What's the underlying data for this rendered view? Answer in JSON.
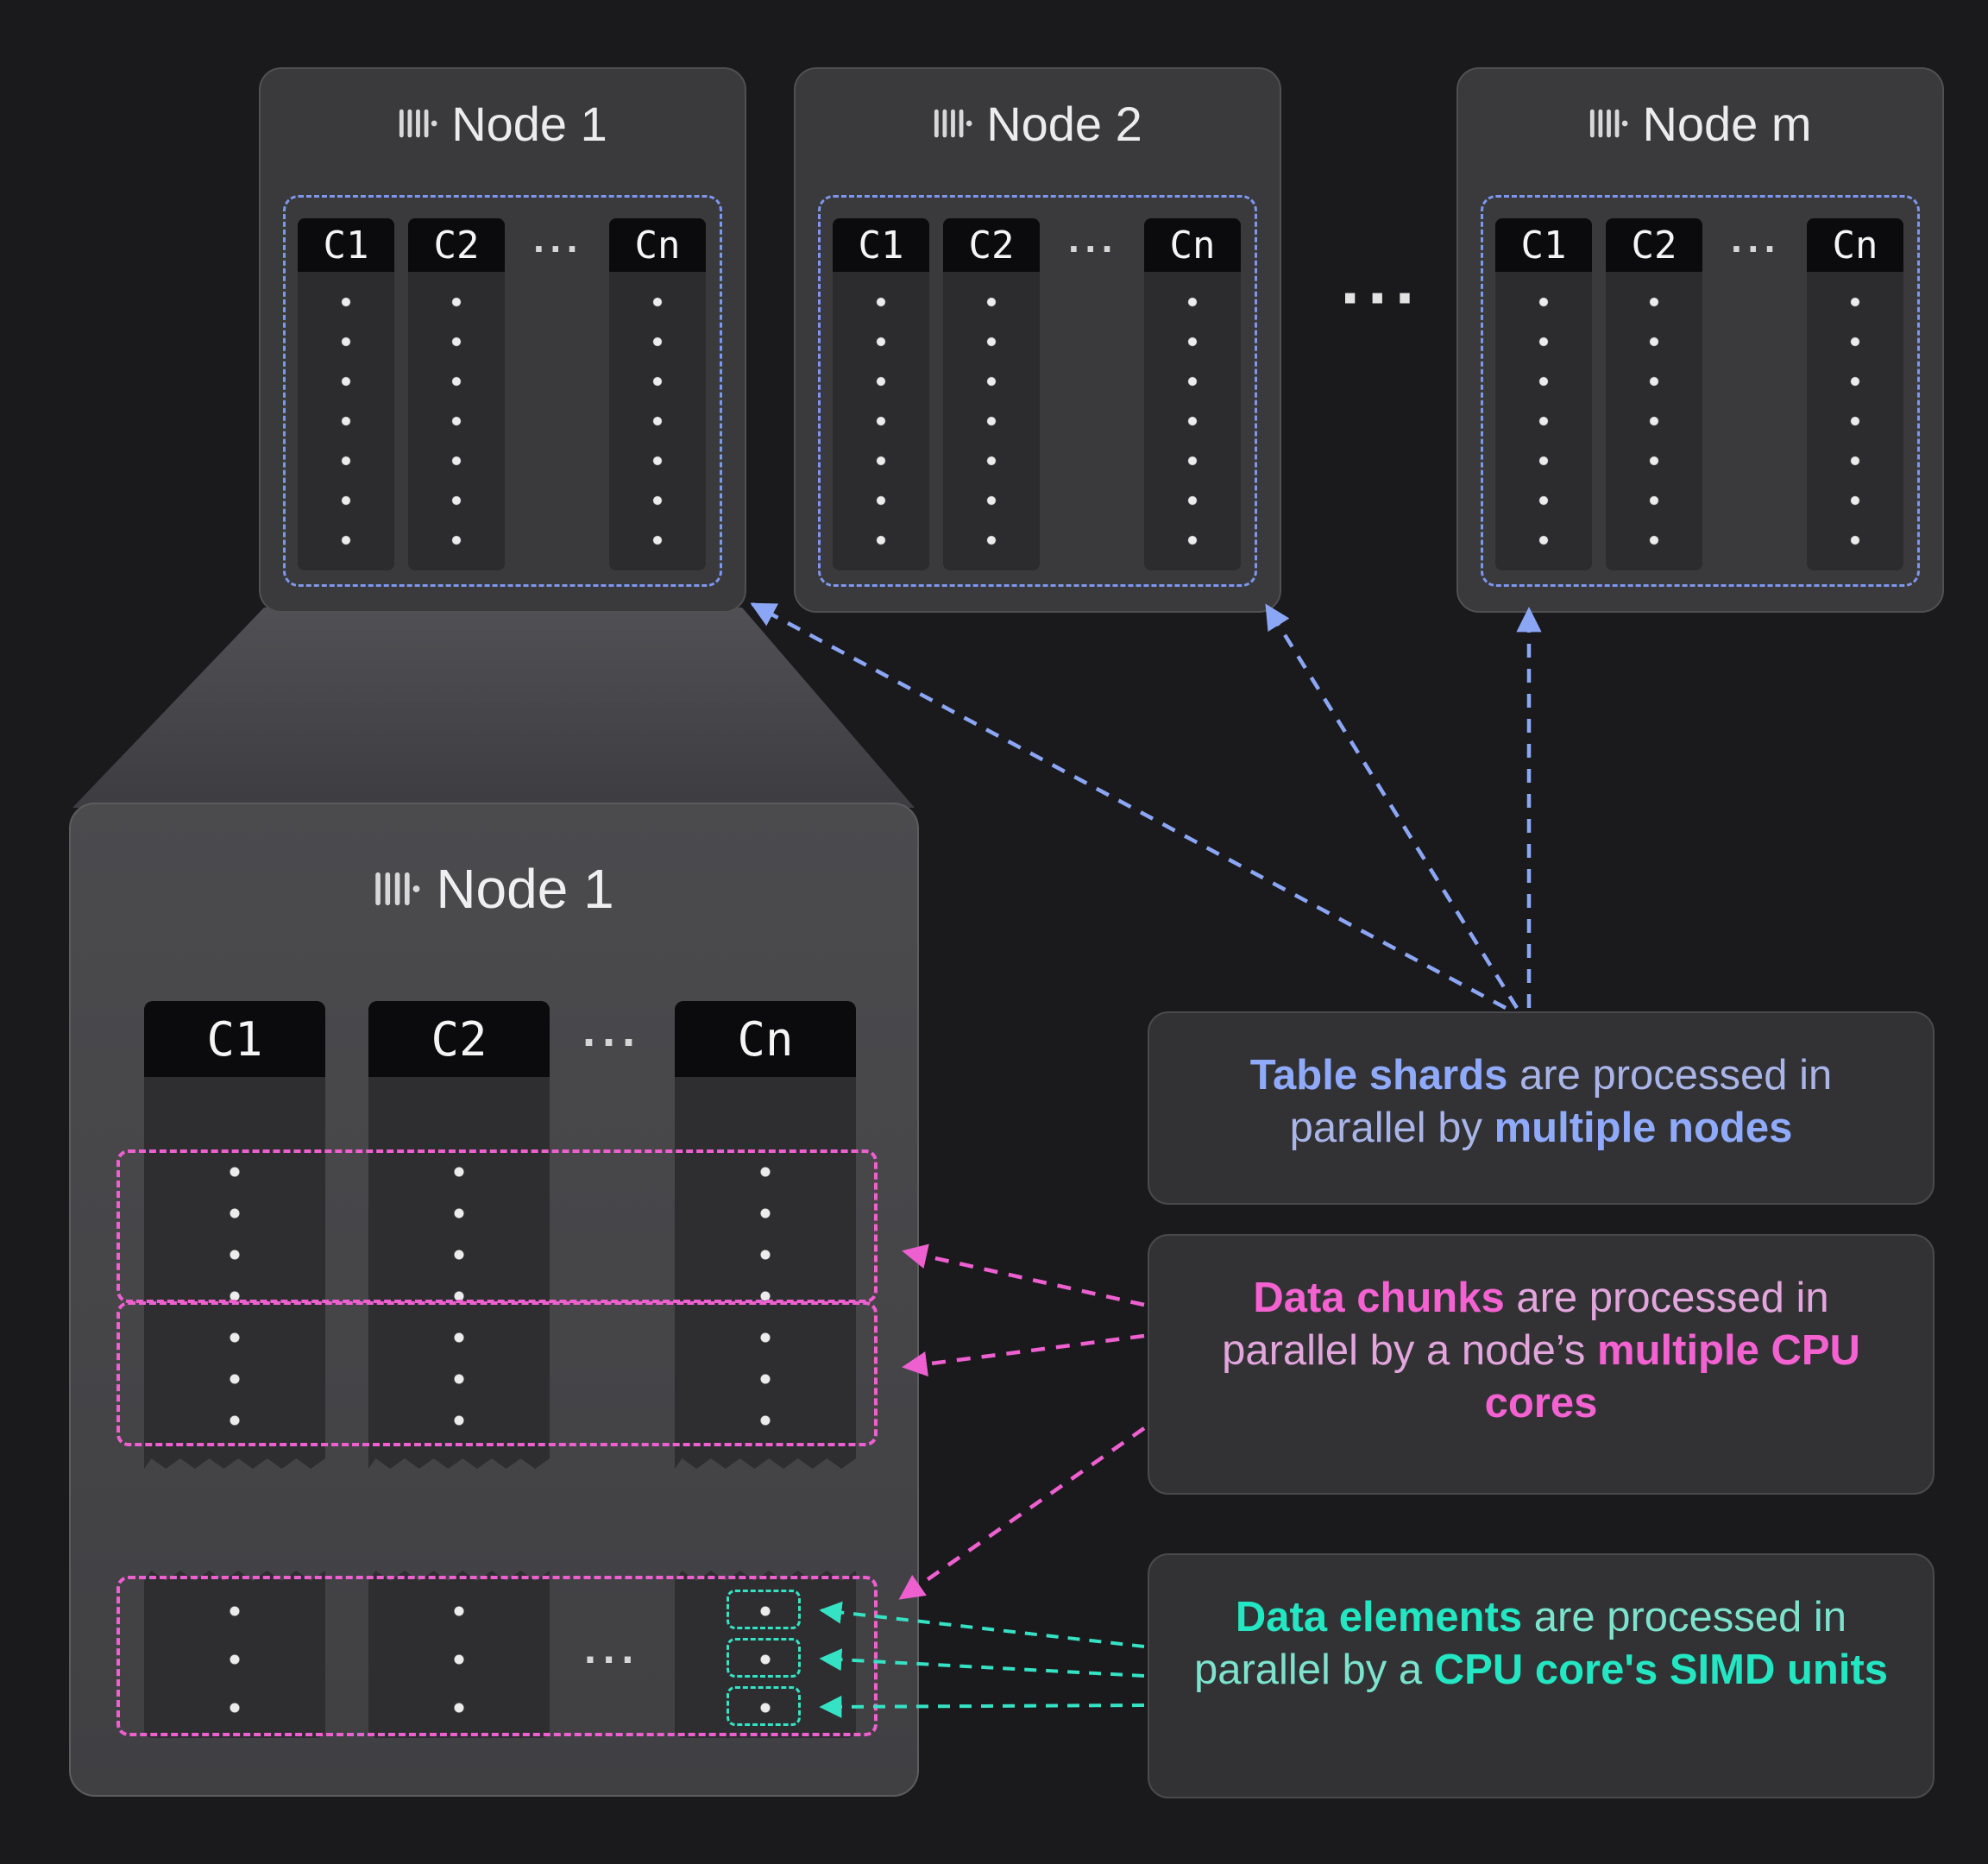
{
  "colors": {
    "blue": "#8ca6f6",
    "pink": "#ee5fd0",
    "teal": "#35e2c4",
    "background": "#1a1a1c"
  },
  "top_nodes": [
    {
      "title": "Node 1",
      "columns": [
        "C1",
        "C2",
        "Cn"
      ],
      "ellipsis": "···"
    },
    {
      "title": "Node 2",
      "columns": [
        "C1",
        "C2",
        "Cn"
      ],
      "ellipsis": "···"
    },
    {
      "title": "Node m",
      "columns": [
        "C1",
        "C2",
        "Cn"
      ],
      "ellipsis": "···"
    }
  ],
  "nodes_ellipsis": "···",
  "zoom_node": {
    "title": "Node 1",
    "columns": [
      "C1",
      "C2",
      "Cn"
    ],
    "ellipsis_header": "···",
    "ellipsis_bottom": "···"
  },
  "annotations": {
    "shards": {
      "bold1": "Table shards",
      "middle": " are processed in parallel by ",
      "bold2": "multiple nodes"
    },
    "chunks": {
      "bold1": "Data chunks",
      "middle": " are processed in parallel by a node’s ",
      "bold2": "multiple CPU cores"
    },
    "elements": {
      "bold1": "Data elements",
      "middle": " are processed in parallel by a ",
      "bold2": "CPU core's SIMD units"
    }
  }
}
